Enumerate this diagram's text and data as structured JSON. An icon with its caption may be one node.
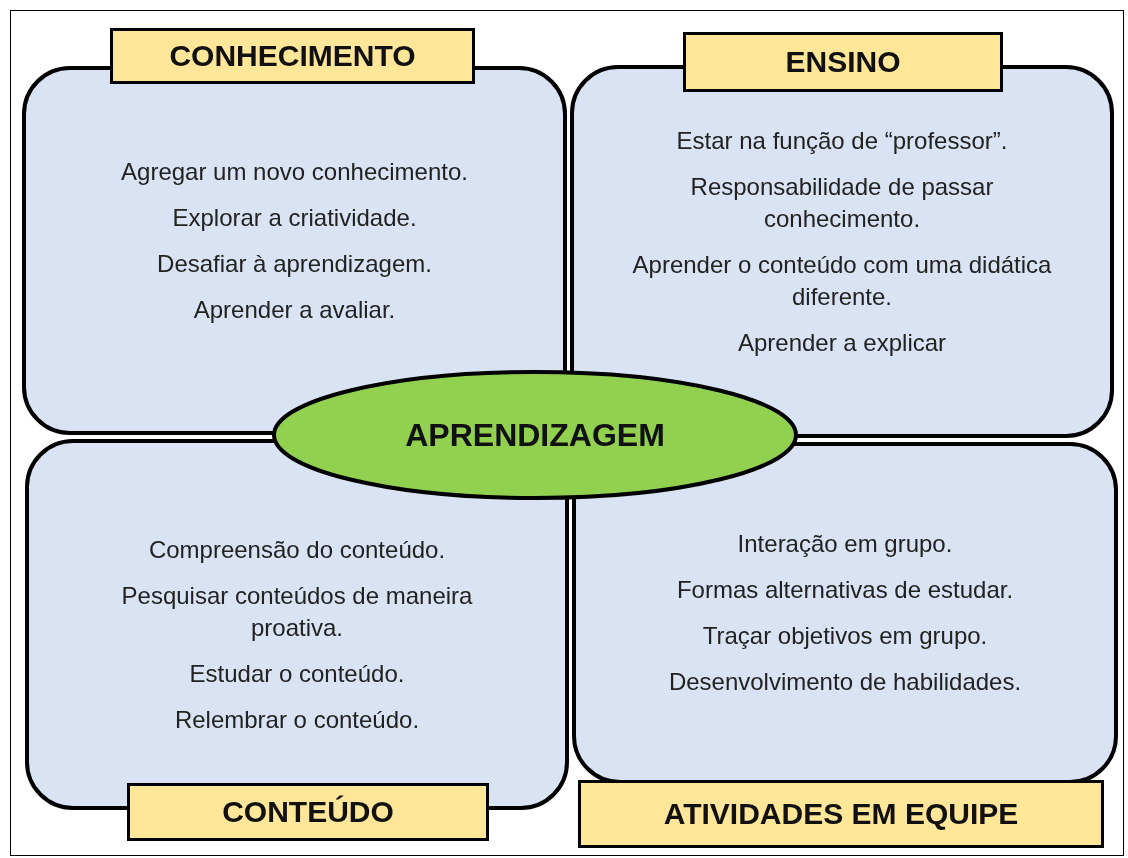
{
  "diagram": {
    "nodes": [
      {
        "text": [
          "CONHECIMENTO"
        ]
      },
      {
        "text": [
          "Agregar um novo conhecimento.",
          "Explorar a criatividade.",
          "Desafiar à aprendizagem.",
          "Aprender a avaliar."
        ]
      },
      {
        "text": [
          "ENSINO"
        ]
      },
      {
        "text": [
          "Estar na função de “professor”.",
          "Responsabilidade de passar conhecimento.",
          "Aprender o conteúdo com uma didática diferente.",
          "Aprender a explicar"
        ]
      },
      {
        "text": [
          "APRENDIZAGEM"
        ]
      },
      {
        "text": [
          "Compreensão do conteúdo.",
          "Pesquisar conteúdos de maneira proativa.",
          "Estudar o conteúdo.",
          "Relembrar o conteúdo."
        ]
      },
      {
        "text": [
          "Interação em grupo.",
          "Formas alternativas de estudar.",
          "Traçar objetivos em grupo.",
          "Desenvolvimento de habilidades."
        ]
      },
      {
        "text": [
          "CONTEÚDO"
        ]
      },
      {
        "text": [
          "ATIVIDADES EM EQUIPE"
        ]
      }
    ]
  }
}
